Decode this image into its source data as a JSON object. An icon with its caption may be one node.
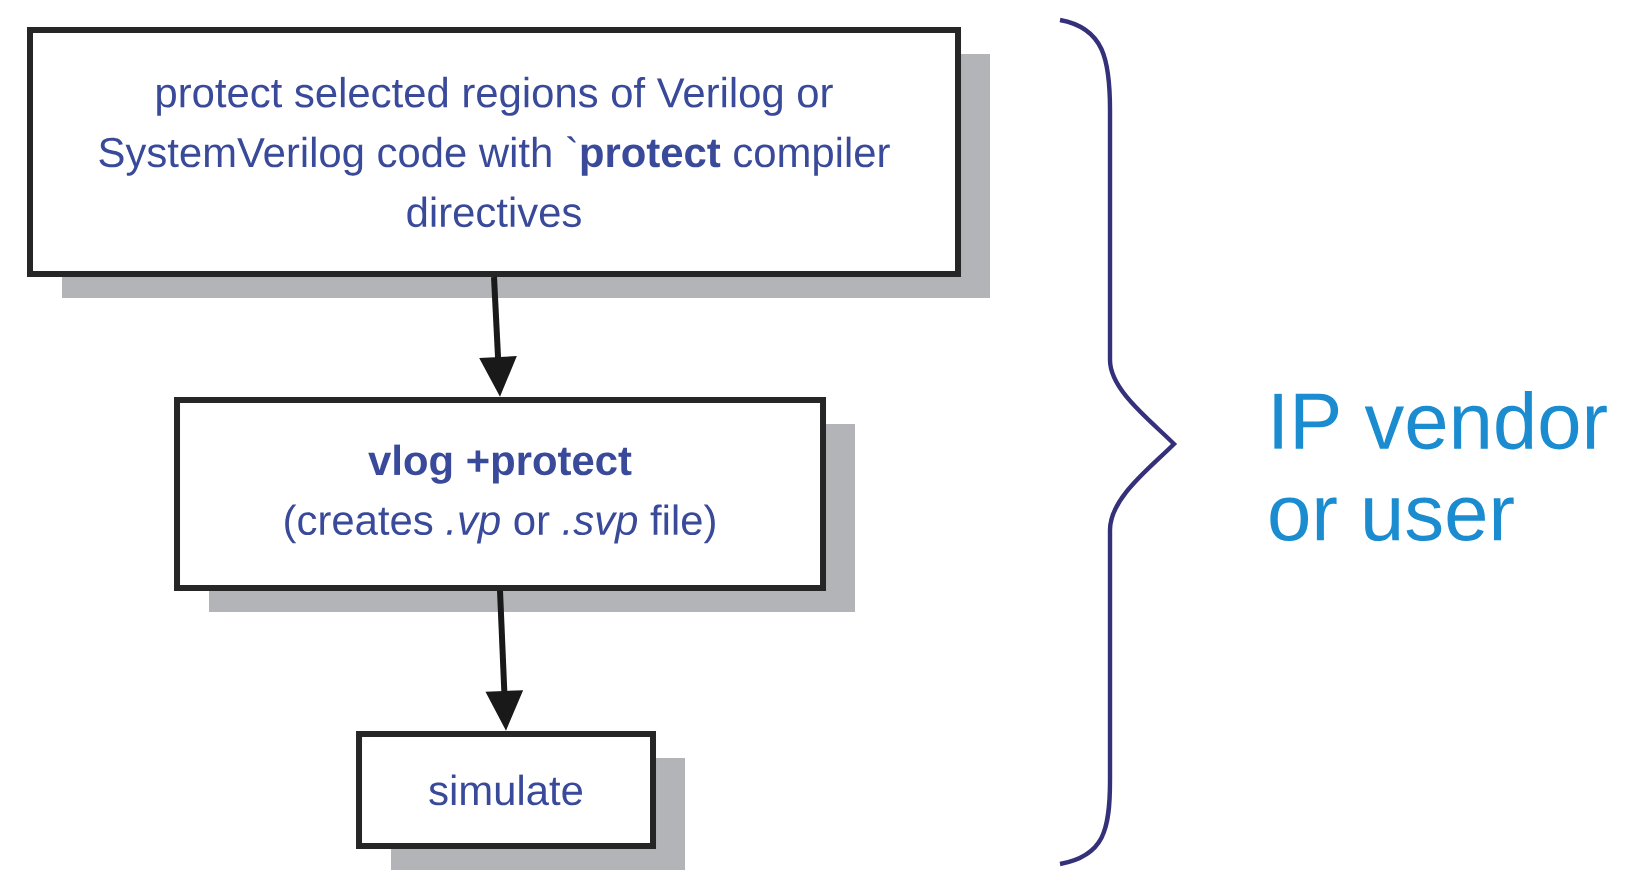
{
  "diagram": {
    "nodes": [
      {
        "text": [
          "protect selected regions of Verilog or SystemVerilog code with `**protect** compiler directives"
        ]
      },
      {
        "text": [
          "vlog +protect",
          "(creates *.vp* or *.svp* file)"
        ]
      },
      {
        "text": [
          "simulate"
        ]
      }
    ],
    "edges": [
      {
        "from": 0,
        "to": 1,
        "arrow": "to"
      },
      {
        "from": 1,
        "to": 2,
        "arrow": "to"
      }
    ],
    "labels": [
      "IP vendor or user"
    ]
  }
}
